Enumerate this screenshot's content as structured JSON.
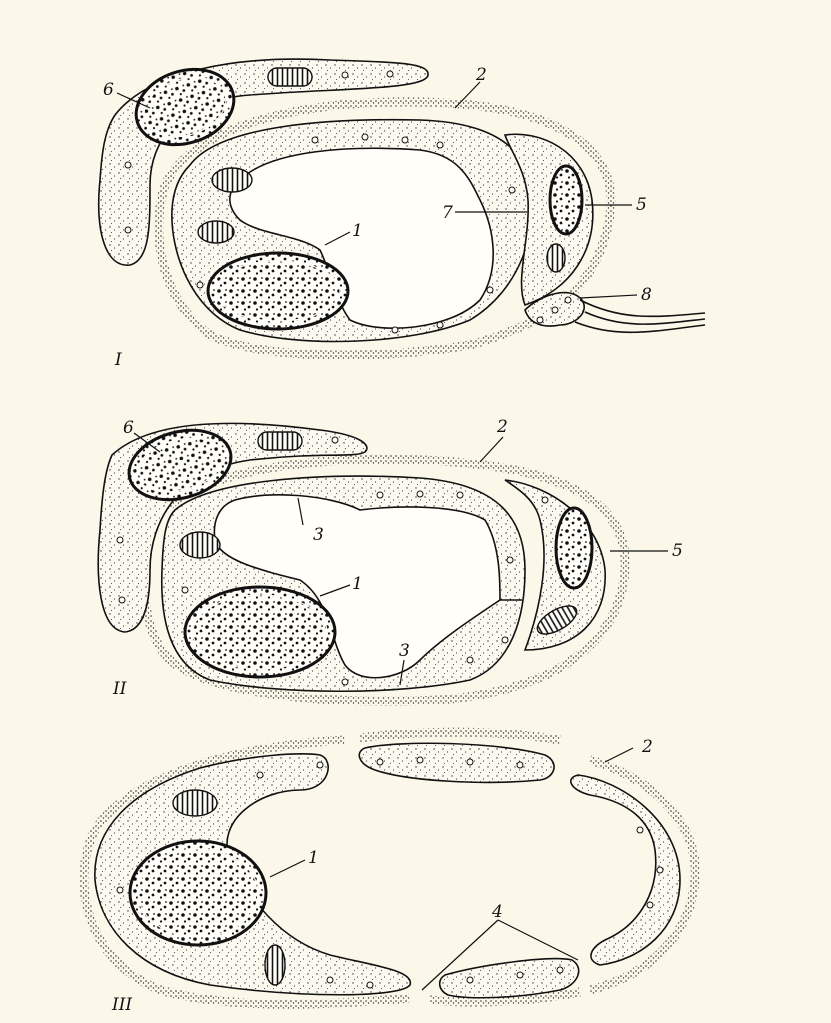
{
  "figure": {
    "panel_labels": [
      "I",
      "II",
      "III"
    ],
    "part_labels": {
      "p1": "1",
      "p2": "2",
      "p3": "3",
      "p4": "4",
      "p5": "5",
      "p6": "6",
      "p7": "7",
      "p8": "8"
    }
  }
}
